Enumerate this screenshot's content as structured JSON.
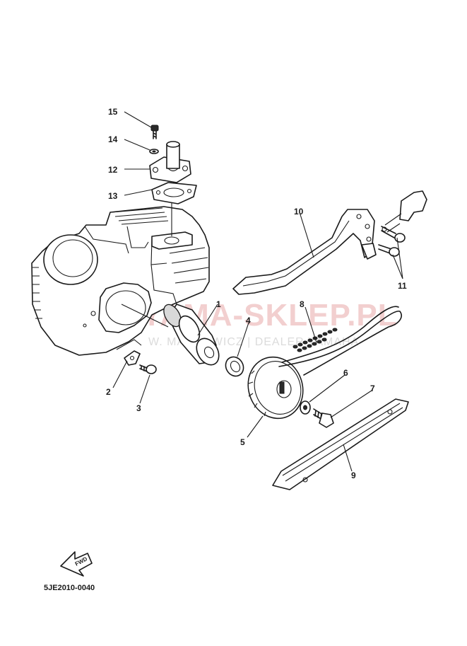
{
  "diagram_code": "5JE2010-0040",
  "watermark": {
    "title": "YAMA-SKLEP.PL",
    "subtitle": "W. MARKOWICZ | DEALER YAMAHA"
  },
  "fwd_label": "FWD",
  "parts": [
    {
      "id": "1",
      "label": "1"
    },
    {
      "id": "2",
      "label": "2"
    },
    {
      "id": "3",
      "label": "3"
    },
    {
      "id": "4",
      "label": "4"
    },
    {
      "id": "5",
      "label": "5"
    },
    {
      "id": "6",
      "label": "6"
    },
    {
      "id": "7",
      "label": "7"
    },
    {
      "id": "8",
      "label": "8"
    },
    {
      "id": "9",
      "label": "9"
    },
    {
      "id": "10",
      "label": "10"
    },
    {
      "id": "11",
      "label": "11"
    },
    {
      "id": "12",
      "label": "12"
    },
    {
      "id": "13",
      "label": "13"
    },
    {
      "id": "14",
      "label": "14"
    },
    {
      "id": "15",
      "label": "15"
    }
  ]
}
